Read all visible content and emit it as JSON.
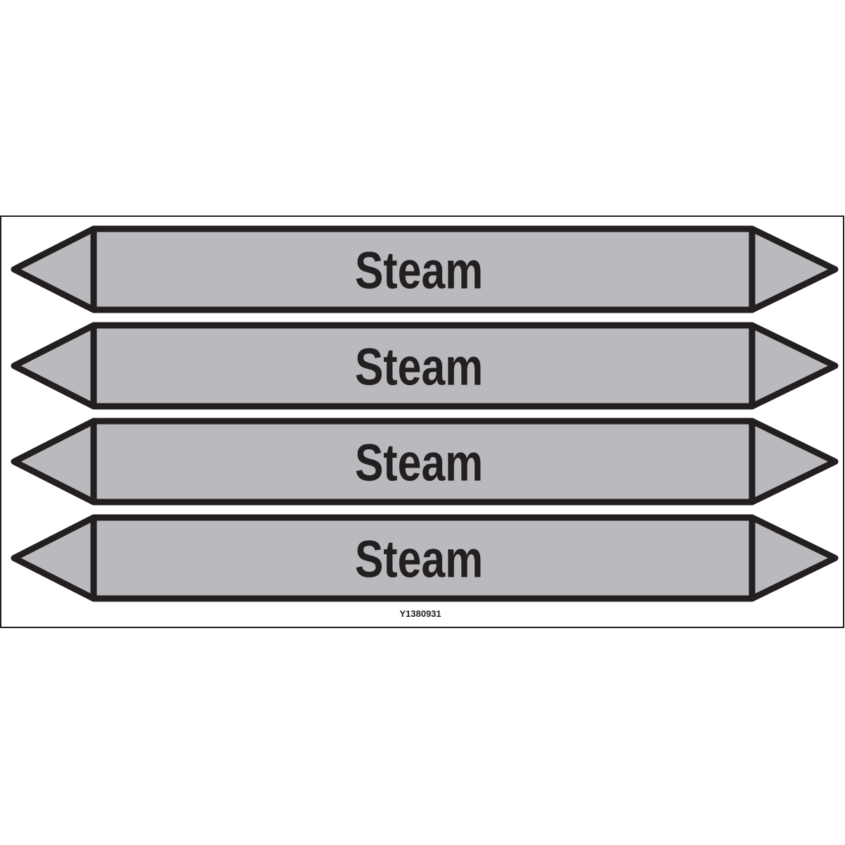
{
  "markers": [
    {
      "label": "Steam"
    },
    {
      "label": "Steam"
    },
    {
      "label": "Steam"
    },
    {
      "label": "Steam"
    }
  ],
  "product_code": "Y1380931",
  "colors": {
    "fill": "#bab9be",
    "stroke": "#231f20",
    "background": "#ffffff"
  }
}
